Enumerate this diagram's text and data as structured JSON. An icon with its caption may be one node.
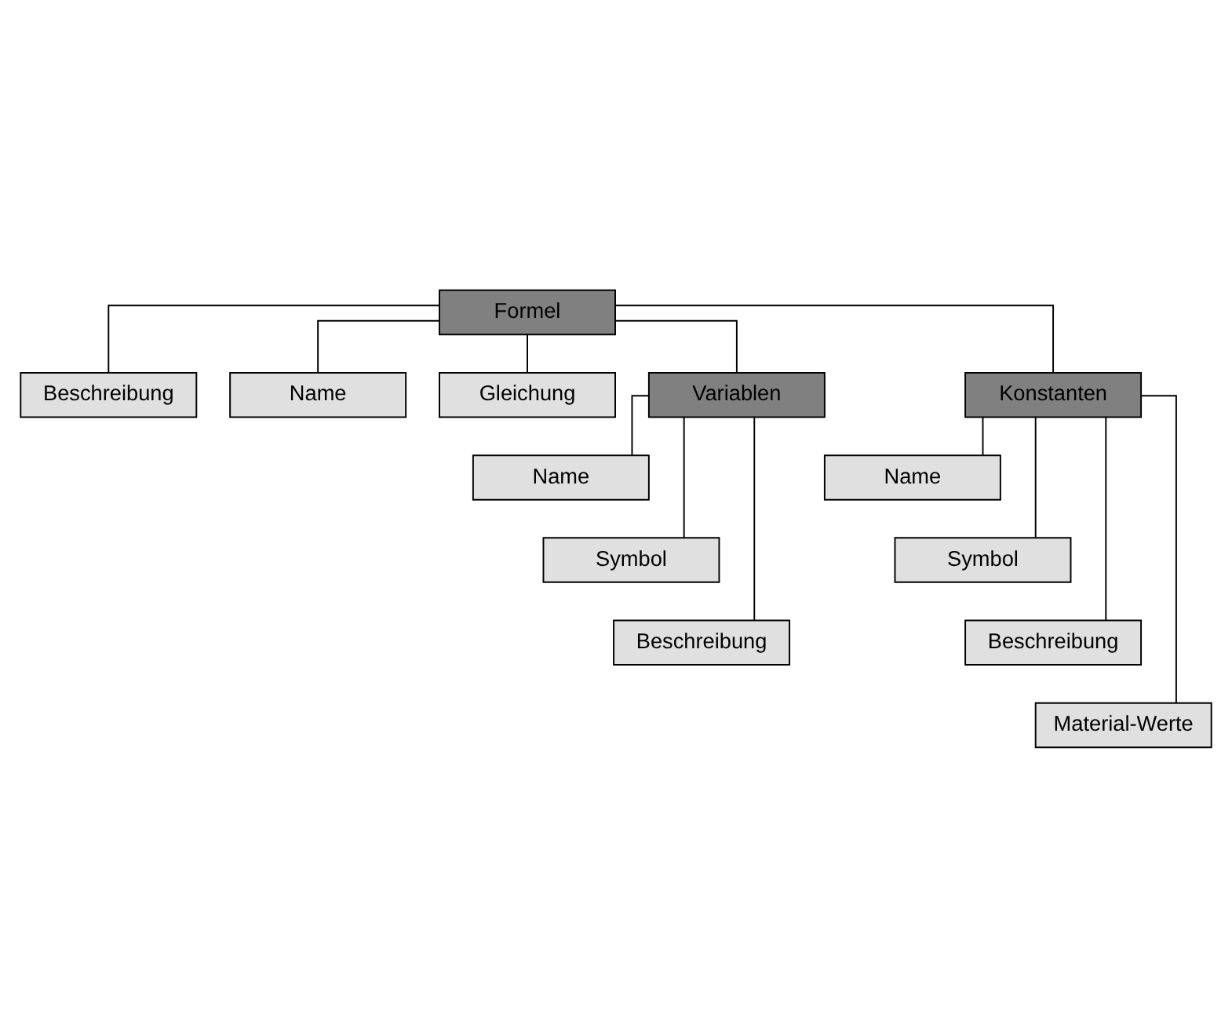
{
  "diagram": {
    "nodes": [
      {
        "text": [
          "Formel"
        ]
      },
      {
        "text": [
          "Beschreibung"
        ]
      },
      {
        "text": [
          "Name"
        ]
      },
      {
        "text": [
          "Gleichung"
        ]
      },
      {
        "text": [
          "Variablen"
        ]
      },
      {
        "text": [
          "Konstanten"
        ]
      },
      {
        "text": [
          "Name"
        ]
      },
      {
        "text": [
          "Symbol"
        ]
      },
      {
        "text": [
          "Beschreibung"
        ]
      },
      {
        "text": [
          "Name"
        ]
      },
      {
        "text": [
          "Symbol"
        ]
      },
      {
        "text": [
          "Beschreibung"
        ]
      },
      {
        "text": [
          "Material-Werte"
        ]
      }
    ],
    "edges": [
      {
        "from": 0,
        "to": 1,
        "arrow": "none"
      },
      {
        "from": 0,
        "to": 4,
        "arrow": "none"
      },
      {
        "from": 0,
        "to": 2,
        "arrow": "none"
      },
      {
        "from": 0,
        "to": 5,
        "arrow": "none"
      },
      {
        "from": 0,
        "to": 3,
        "arrow": "none"
      },
      {
        "from": 4,
        "to": 6,
        "arrow": "none"
      },
      {
        "from": 4,
        "to": 7,
        "arrow": "none"
      },
      {
        "from": 4,
        "to": 8,
        "arrow": "none"
      },
      {
        "from": 5,
        "to": 9,
        "arrow": "none"
      },
      {
        "from": 5,
        "to": 10,
        "arrow": "none"
      },
      {
        "from": 5,
        "to": 11,
        "arrow": "none"
      },
      {
        "from": 5,
        "to": 12,
        "arrow": "none"
      }
    ]
  }
}
